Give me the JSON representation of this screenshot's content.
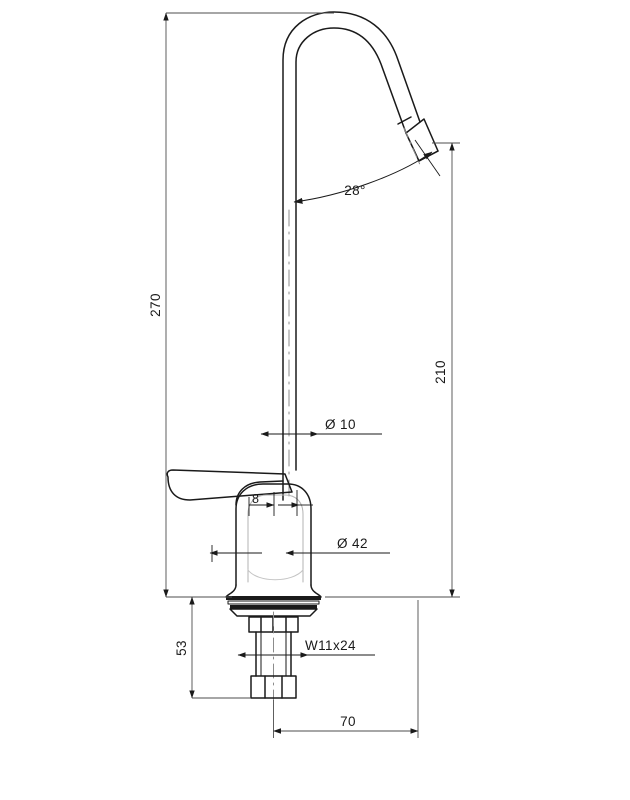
{
  "drawing": {
    "type": "technical-drawing",
    "subject": "kitchen-faucet-gooseneck-single-lever",
    "view": "front-elevation-section",
    "background_color": "#ffffff",
    "line_color": "#1a1a1a",
    "dimension_line_color": "#4d4d4d",
    "units": "mm"
  },
  "dimensions": {
    "overall_height": "270",
    "spout_height": "210",
    "spout_tube_diameter": "Ø 10",
    "body_diameter": "Ø 42",
    "cartridge_width": "8",
    "shank_length": "53",
    "thread_spec": "W11x24",
    "spout_reach": "70",
    "spout_angle": "28°"
  },
  "labels": [
    {
      "id": "overall-height",
      "text": "270",
      "orientation": "vertical"
    },
    {
      "id": "spout-height",
      "text": "210",
      "orientation": "vertical"
    },
    {
      "id": "tube-diameter",
      "text": "Ø 10",
      "orientation": "horizontal"
    },
    {
      "id": "body-diameter",
      "text": "Ø 42",
      "orientation": "horizontal"
    },
    {
      "id": "cartridge-width",
      "text": "8",
      "orientation": "horizontal"
    },
    {
      "id": "shank-length",
      "text": "53",
      "orientation": "vertical"
    },
    {
      "id": "thread-spec",
      "text": "W11x24",
      "orientation": "horizontal"
    },
    {
      "id": "spout-reach",
      "text": "70",
      "orientation": "horizontal"
    },
    {
      "id": "spout-angle",
      "text": "28°",
      "orientation": "horizontal"
    }
  ]
}
